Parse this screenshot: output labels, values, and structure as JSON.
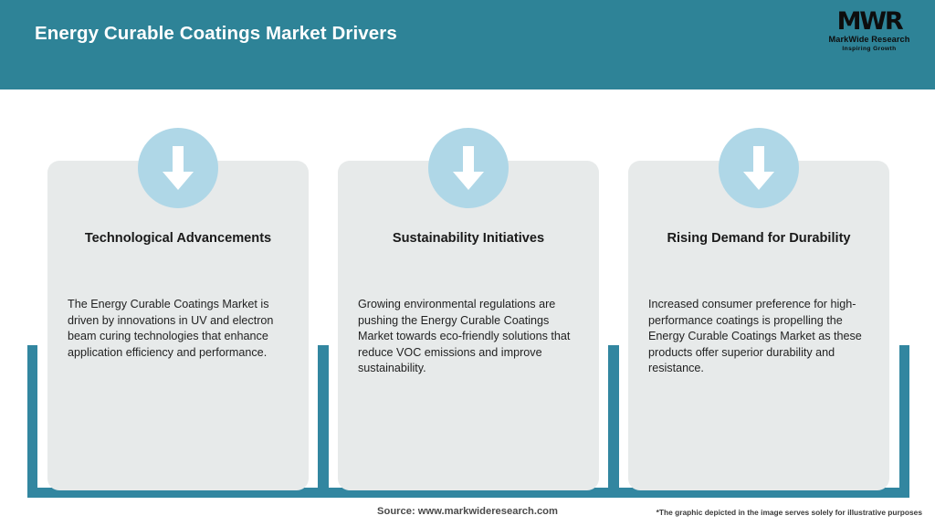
{
  "header": {
    "title": "Energy Curable Coatings Market Drivers",
    "bg_color": "#2E8397",
    "logo": {
      "mark": "MWR",
      "name": "MarkWide Research",
      "tagline": "Inspiring Growth"
    }
  },
  "theme": {
    "accent_teal": "#2E8397",
    "frame_teal": "#3286A0",
    "card_bg": "#E7EAEA",
    "icon_circle": "#AFD7E7",
    "icon_arrow": "#FFFFFF"
  },
  "cards": [
    {
      "icon": "down-arrow-icon",
      "title": "Technological Advancements",
      "body": "The Energy Curable Coatings Market is driven by innovations in UV and electron beam curing technologies that enhance application efficiency and performance."
    },
    {
      "icon": "down-arrow-icon",
      "title": "Sustainability Initiatives",
      "body": "Growing environmental regulations are pushing the Energy Curable Coatings Market towards eco-friendly solutions that reduce VOC emissions and improve sustainability."
    },
    {
      "icon": "down-arrow-icon",
      "title": "Rising Demand for Durability",
      "body": "Increased consumer preference for high-performance coatings is propelling the Energy Curable Coatings Market as these products offer superior durability and resistance."
    }
  ],
  "footer": {
    "source": "Source: www.markwideresearch.com",
    "note": "*The graphic depicted in the image serves solely for illustrative purposes"
  }
}
